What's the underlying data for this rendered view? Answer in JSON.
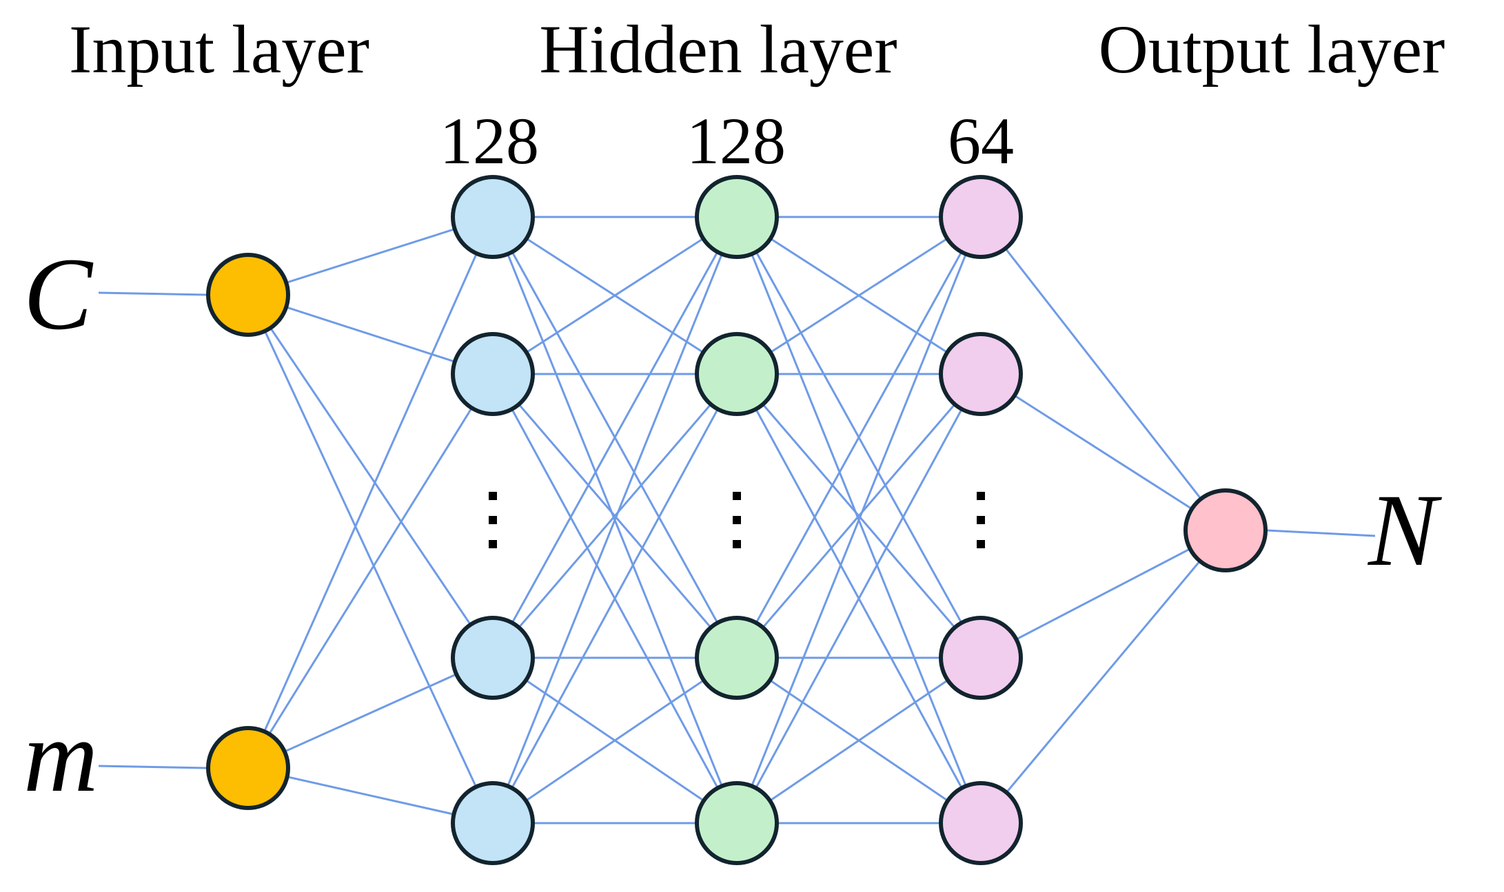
{
  "titles": {
    "input": "Input layer",
    "hidden": "Hidden layer",
    "output": "Output layer"
  },
  "hidden_counts": [
    "128",
    "128",
    "64"
  ],
  "inputs": [
    "C",
    "m"
  ],
  "output": "N",
  "colors": {
    "input_node": "#fdbd00",
    "hidden_1": "#c3e3f6",
    "hidden_2": "#c3f0cb",
    "hidden_3": "#f1cdee",
    "output_node": "#ffc1cb",
    "edge": "#6f9be6",
    "node_stroke": "#12242e"
  }
}
